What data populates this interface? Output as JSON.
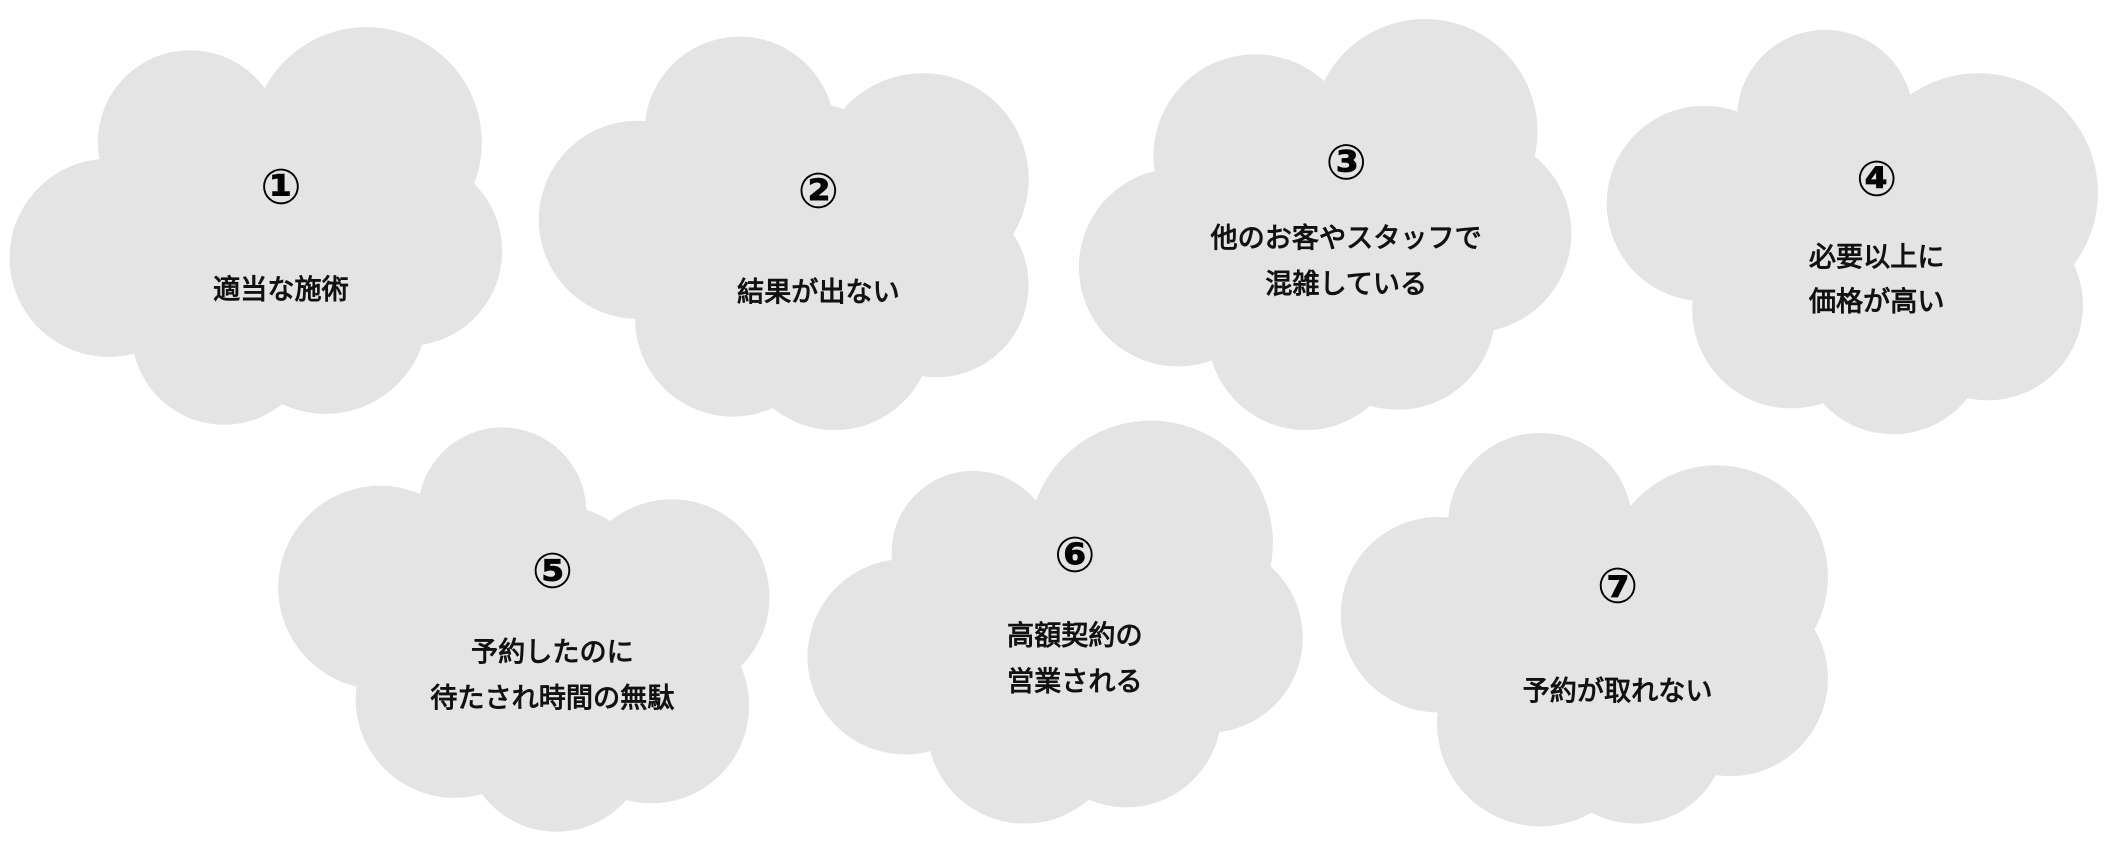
{
  "clouds": [
    {
      "number": "①",
      "lines": [
        "適当な施術"
      ]
    },
    {
      "number": "②",
      "lines": [
        "結果が出ない"
      ]
    },
    {
      "number": "③",
      "lines": [
        "他のお客やスタッフで",
        "混雑している"
      ]
    },
    {
      "number": "④",
      "lines": [
        "必要以上に",
        "価格が高い"
      ]
    },
    {
      "number": "⑤",
      "lines": [
        "予約したのに",
        "待たされ時間の無駄"
      ]
    },
    {
      "number": "⑥",
      "lines": [
        "高額契約の",
        "営業される"
      ]
    },
    {
      "number": "⑦",
      "lines": [
        "予約が取れない"
      ]
    }
  ],
  "colors": {
    "cloud_fill": "#e4e4e4",
    "text": "#111111"
  }
}
